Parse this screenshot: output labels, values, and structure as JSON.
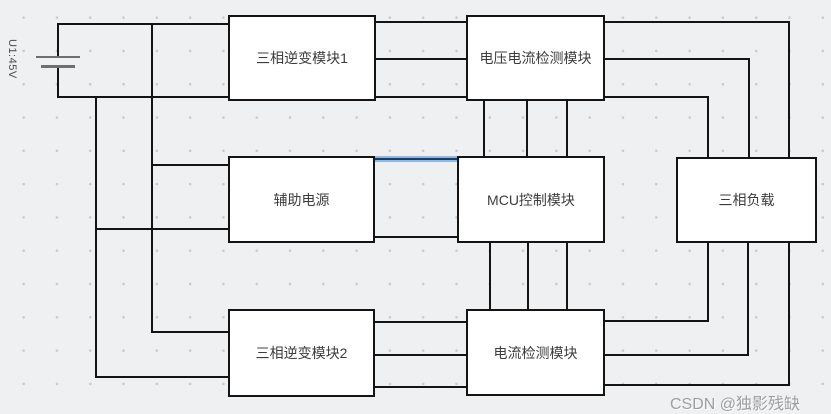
{
  "diagram": {
    "battery": {
      "label": "U1:45V"
    },
    "blocks": {
      "inverter1": "三相逆变模块1",
      "voltage_current_detector": "电压电流检测模块",
      "aux_power": "辅助电源",
      "mcu": "MCU控制模块",
      "load": "三相负载",
      "inverter2": "三相逆变模块2",
      "current_detector": "电流检测模块"
    },
    "watermark": "CSDN @独影残缺",
    "colors": {
      "background": "#eff0f2",
      "grid_dot": "#c6c9ce",
      "box_fill": "#ffffff",
      "box_border": "#141414",
      "wire": "#141414",
      "selected_wire_core": "#1c3e63",
      "selected_wire_glow": "#8fb8e6",
      "battery_plate": "#6f6f6f",
      "block_text": "#3c3c3c",
      "watermark_text": "#9e9e9e"
    }
  }
}
